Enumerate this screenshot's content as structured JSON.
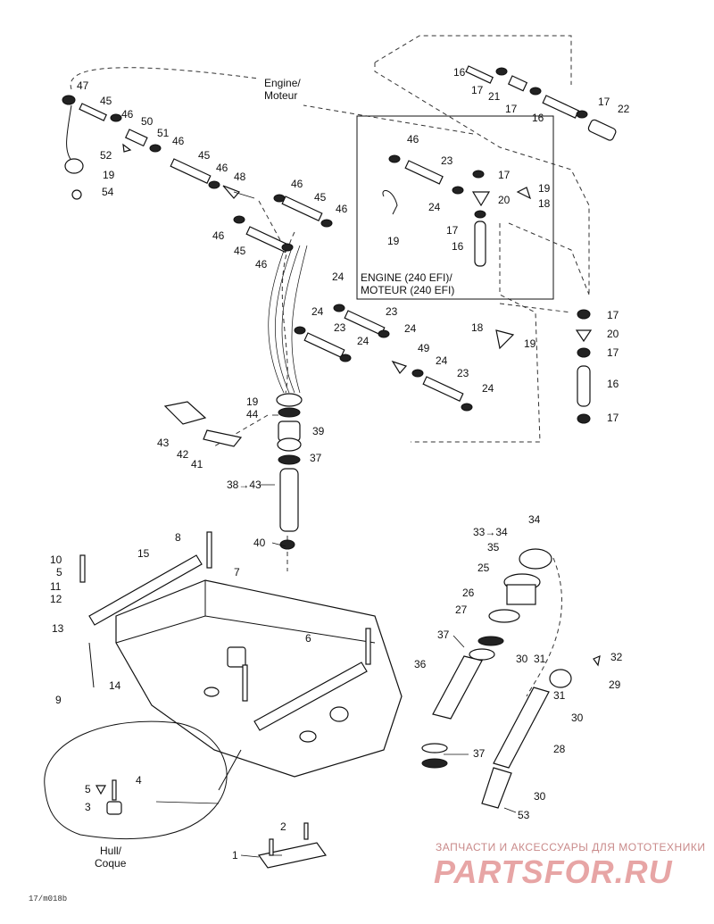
{
  "callouts": [
    {
      "id": "c47",
      "text": "47"
    },
    {
      "id": "c45a",
      "text": "45"
    },
    {
      "id": "c46a",
      "text": "46"
    },
    {
      "id": "c50",
      "text": "50"
    },
    {
      "id": "c51",
      "text": "51"
    },
    {
      "id": "c52",
      "text": "52"
    },
    {
      "id": "c46b",
      "text": "46"
    },
    {
      "id": "c19a",
      "text": "19"
    },
    {
      "id": "c54",
      "text": "54"
    },
    {
      "id": "c45b",
      "text": "45"
    },
    {
      "id": "c46c",
      "text": "46"
    },
    {
      "id": "c48",
      "text": "48"
    },
    {
      "id": "c46d",
      "text": "46"
    },
    {
      "id": "c45c",
      "text": "45"
    },
    {
      "id": "c46e",
      "text": "46"
    },
    {
      "id": "c46f",
      "text": "46"
    },
    {
      "id": "c45d",
      "text": "45"
    },
    {
      "id": "c46g",
      "text": "46"
    },
    {
      "id": "c16a",
      "text": "16"
    },
    {
      "id": "c17a",
      "text": "17"
    },
    {
      "id": "c21",
      "text": "21"
    },
    {
      "id": "c17b",
      "text": "17"
    },
    {
      "id": "c17c",
      "text": "17"
    },
    {
      "id": "c22",
      "text": "22"
    },
    {
      "id": "c16b",
      "text": "16"
    },
    {
      "id": "c46h",
      "text": "46"
    },
    {
      "id": "c23a",
      "text": "23"
    },
    {
      "id": "c17d",
      "text": "17"
    },
    {
      "id": "c19b",
      "text": "19"
    },
    {
      "id": "c20a",
      "text": "20"
    },
    {
      "id": "c18a",
      "text": "18"
    },
    {
      "id": "c24a",
      "text": "24"
    },
    {
      "id": "c17e",
      "text": "17"
    },
    {
      "id": "c16c",
      "text": "16"
    },
    {
      "id": "c19c",
      "text": "19"
    },
    {
      "id": "c24b",
      "text": "24"
    },
    {
      "id": "c23b",
      "text": "23"
    },
    {
      "id": "c24c",
      "text": "24"
    },
    {
      "id": "c23c",
      "text": "23"
    },
    {
      "id": "c24d",
      "text": "24"
    },
    {
      "id": "c24e",
      "text": "24"
    },
    {
      "id": "c49",
      "text": "49"
    },
    {
      "id": "c24f",
      "text": "24"
    },
    {
      "id": "c23d",
      "text": "23"
    },
    {
      "id": "c24g",
      "text": "24"
    },
    {
      "id": "c17f",
      "text": "17"
    },
    {
      "id": "c18b",
      "text": "18"
    },
    {
      "id": "c20b",
      "text": "20"
    },
    {
      "id": "c19d",
      "text": "19"
    },
    {
      "id": "c17g",
      "text": "17"
    },
    {
      "id": "c16d",
      "text": "16"
    },
    {
      "id": "c17h",
      "text": "17"
    },
    {
      "id": "c19e",
      "text": "19"
    },
    {
      "id": "c44",
      "text": "44"
    },
    {
      "id": "c39",
      "text": "39"
    },
    {
      "id": "c43",
      "text": "43"
    },
    {
      "id": "c42",
      "text": "42"
    },
    {
      "id": "c37a",
      "text": "37"
    },
    {
      "id": "c41",
      "text": "41"
    },
    {
      "id": "c3843",
      "text": "38→43"
    },
    {
      "id": "c40",
      "text": "40"
    },
    {
      "id": "c34",
      "text": "34"
    },
    {
      "id": "c3334",
      "text": "33→34"
    },
    {
      "id": "c35",
      "text": "35"
    },
    {
      "id": "c8",
      "text": "8"
    },
    {
      "id": "c10",
      "text": "10"
    },
    {
      "id": "c15",
      "text": "15"
    },
    {
      "id": "c5a",
      "text": "5"
    },
    {
      "id": "c7",
      "text": "7"
    },
    {
      "id": "c11",
      "text": "11"
    },
    {
      "id": "c12",
      "text": "12"
    },
    {
      "id": "c25",
      "text": "25"
    },
    {
      "id": "c26",
      "text": "26"
    },
    {
      "id": "c13",
      "text": "13"
    },
    {
      "id": "c6",
      "text": "6"
    },
    {
      "id": "c27",
      "text": "27"
    },
    {
      "id": "c37b",
      "text": "37"
    },
    {
      "id": "c36",
      "text": "36"
    },
    {
      "id": "c30a",
      "text": "30"
    },
    {
      "id": "c31a",
      "text": "31"
    },
    {
      "id": "c32",
      "text": "32"
    },
    {
      "id": "c14",
      "text": "14"
    },
    {
      "id": "c29",
      "text": "29"
    },
    {
      "id": "c9",
      "text": "9"
    },
    {
      "id": "c31b",
      "text": "31"
    },
    {
      "id": "c30b",
      "text": "30"
    },
    {
      "id": "c28",
      "text": "28"
    },
    {
      "id": "c37c",
      "text": "37"
    },
    {
      "id": "c5b",
      "text": "5"
    },
    {
      "id": "c4",
      "text": "4"
    },
    {
      "id": "c3",
      "text": "3"
    },
    {
      "id": "c30c",
      "text": "30"
    },
    {
      "id": "c53",
      "text": "53"
    },
    {
      "id": "c2",
      "text": "2"
    },
    {
      "id": "c1",
      "text": "1"
    }
  ],
  "labels": {
    "engine_line1": "Engine/",
    "engine_line2": "Moteur",
    "efi_line1": "ENGINE (240 EFI)/",
    "efi_line2": "MOTEUR (240 EFI)",
    "hull_line1": "Hull/",
    "hull_line2": "Coque"
  },
  "watermark": {
    "top": "ЗАПЧАСТИ И АКСЕССУАРЫ ДЛЯ МОТОТЕХНИКИ",
    "logo": "PARTSFOR.RU"
  },
  "figure_code": "17/m018b"
}
